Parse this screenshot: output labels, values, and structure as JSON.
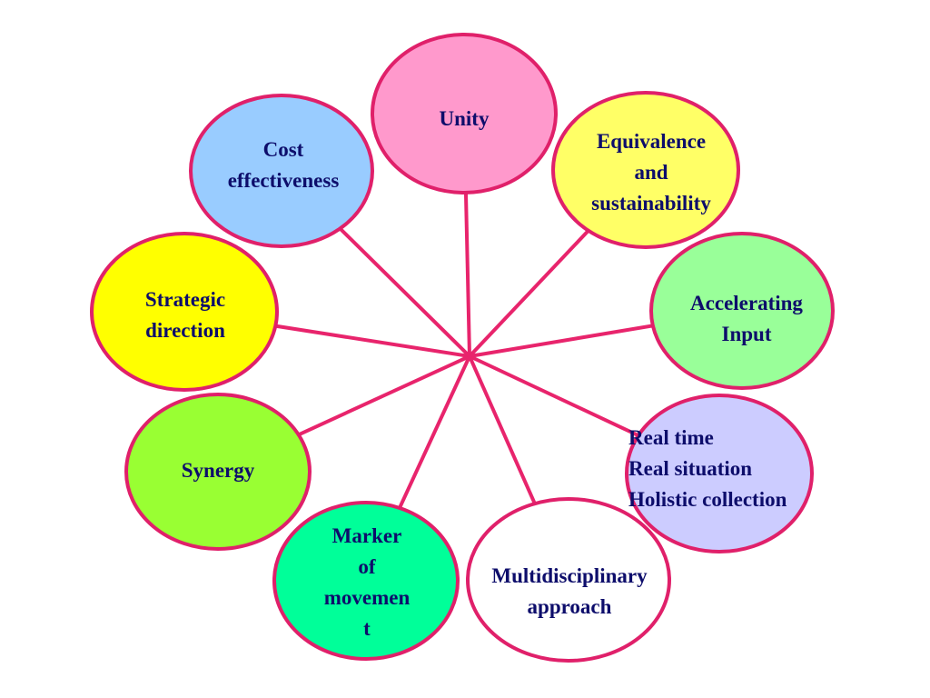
{
  "diagram": {
    "colors": {
      "spoke": "#e8246c",
      "outline": "#e0206a",
      "text": "#0d0d6b"
    },
    "nodes": [
      {
        "id": "unity",
        "lines": [
          "Unity"
        ],
        "fill": "#ff99cc"
      },
      {
        "id": "equivalence",
        "lines": [
          "Equivalence",
          "and",
          "sustainability"
        ],
        "fill": "#ffff66"
      },
      {
        "id": "accelerating",
        "lines": [
          "Accelerating",
          "Input"
        ],
        "fill": "#99ff99"
      },
      {
        "id": "realtime",
        "lines": [
          "Real time",
          "Real situation",
          "Holistic collection"
        ],
        "fill": "#ccccff"
      },
      {
        "id": "multidisciplinary",
        "lines": [
          "Multidisciplinary",
          "approach"
        ],
        "fill": "#ffffff"
      },
      {
        "id": "marker",
        "lines": [
          "Marker",
          "of",
          "movemen",
          "t"
        ],
        "fill": "#00ff99"
      },
      {
        "id": "synergy",
        "lines": [
          "Synergy"
        ],
        "fill": "#99ff33"
      },
      {
        "id": "strategic",
        "lines": [
          "Strategic",
          "direction"
        ],
        "fill": "#ffff00"
      },
      {
        "id": "cost",
        "lines": [
          "Cost",
          "effectiveness"
        ],
        "fill": "#99ccff"
      }
    ]
  }
}
